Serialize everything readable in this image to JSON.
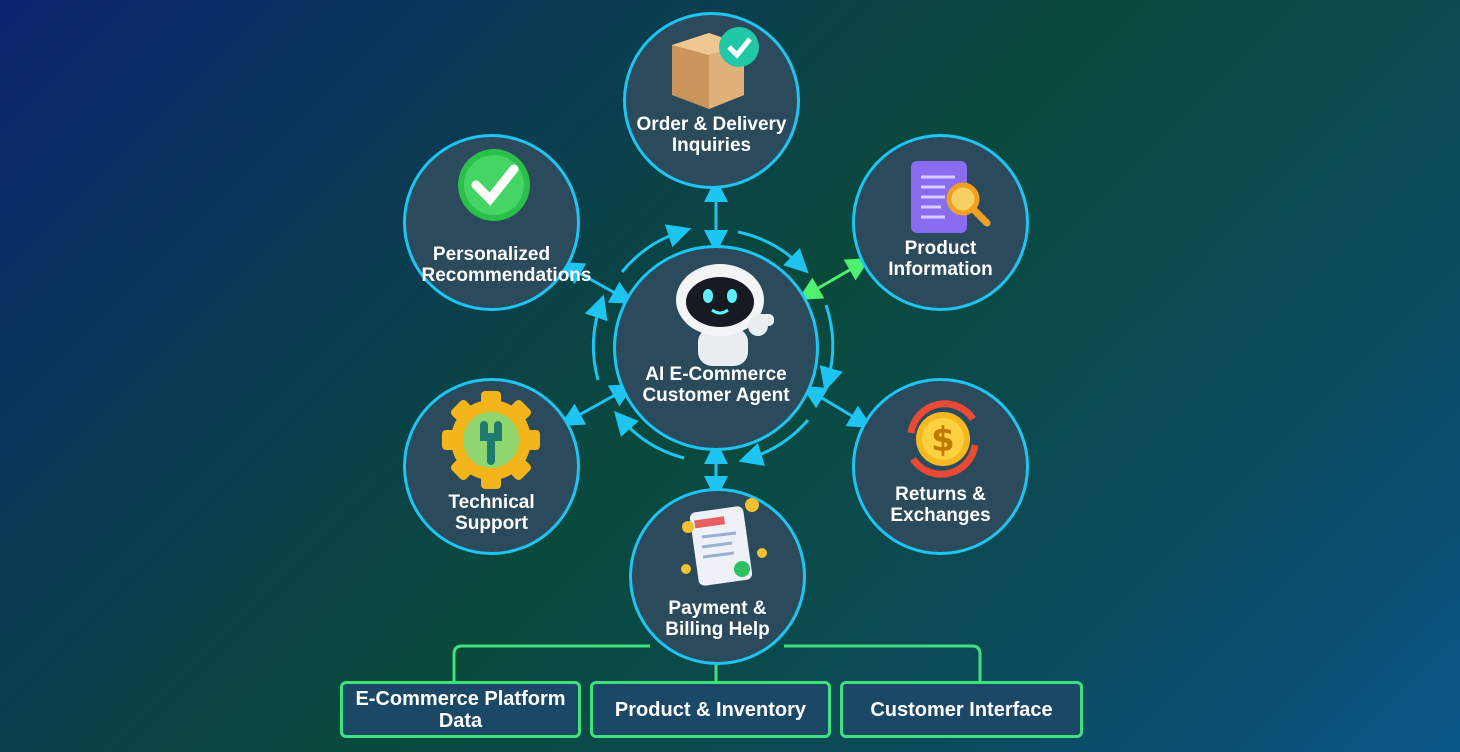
{
  "center": {
    "label": "AI E-Commerce Customer Agent",
    "icon": "robot-icon"
  },
  "nodes": {
    "order": {
      "label": "Order & Delivery Inquiries",
      "icon": "package-check-icon"
    },
    "personalized": {
      "label": "Personalized Recommendations",
      "icon": "checkmark-icon"
    },
    "product": {
      "label": "Product Information",
      "icon": "document-search-icon"
    },
    "technical": {
      "label": "Technical Support",
      "icon": "gear-wrench-icon"
    },
    "returns": {
      "label": "Returns & Exchanges",
      "icon": "dollar-refresh-icon"
    },
    "payment": {
      "label": "Payment & Billing Help",
      "icon": "receipt-icon"
    }
  },
  "sources": [
    {
      "label": "E-Commerce Platform Data"
    },
    {
      "label": "Product & Inventory"
    },
    {
      "label": "Customer Interface"
    }
  ],
  "colors": {
    "ring": "#1ec4f2",
    "source_border": "#3ee27c",
    "highlight_arrow": "#4ef070"
  }
}
